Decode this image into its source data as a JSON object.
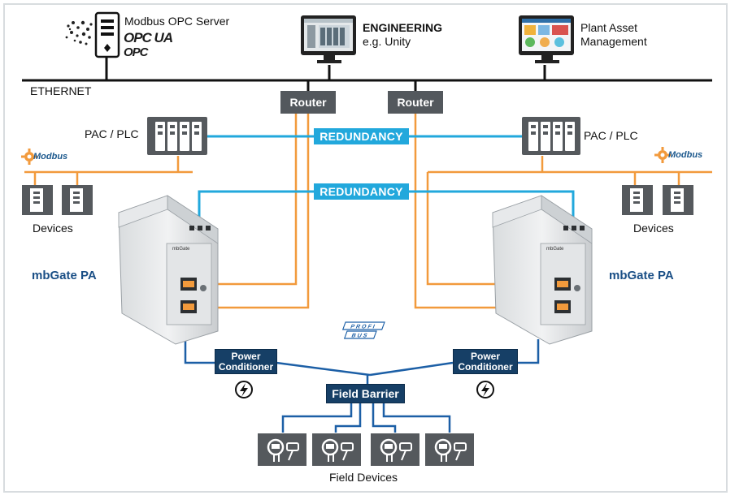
{
  "labels": {
    "opc_server": "Modbus OPC Server",
    "opc_ua": "OPC UA",
    "opc": "OPC",
    "engineering": "ENGINEERING",
    "engineering_sub": "e.g. Unity",
    "plant_asset_line1": "Plant Asset",
    "plant_asset_line2": "Management",
    "ethernet": "ETHERNET",
    "router": "Router",
    "redundancy": "REDUNDANCY",
    "pac_plc": "PAC / PLC",
    "modbus": "Modbus",
    "devices": "Devices",
    "mbgate": "mbGate PA",
    "power_conditioner_line1": "Power",
    "power_conditioner_line2": "Conditioner",
    "field_barrier": "Field Barrier",
    "field_devices": "Field Devices",
    "profibus_line1": "PROFI",
    "profibus_line2": "BUS"
  },
  "colors": {
    "ethernet": "#111111",
    "redundancy": "#22a8dc",
    "modbus_orange": "#f29a3c",
    "fieldbus_blue": "#1c5fa6",
    "navy": "#163f66",
    "router": "#53585d",
    "mbgate_accent": "#1a4f86"
  },
  "icons": [
    "server-icon",
    "monitor-icon",
    "plc-rack-icon",
    "device-module-icon",
    "mbgate-device-icon",
    "lightning-icon",
    "field-instrument-icon",
    "profibus-logo-icon",
    "modbus-logo-icon"
  ]
}
